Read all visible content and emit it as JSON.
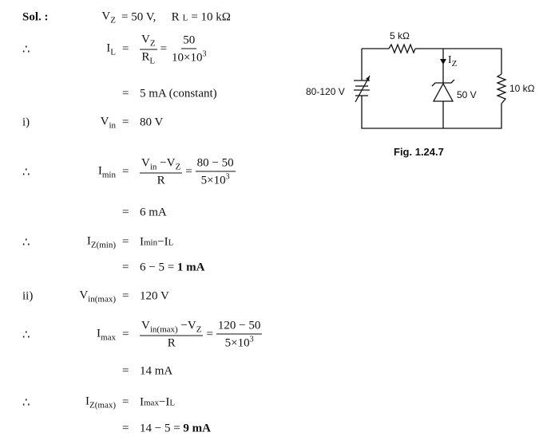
{
  "sol": {
    "label": "Sol. :",
    "vz": "V",
    "vz_sub": "Z",
    "vz_val": "= 50 V,",
    "rl": "R",
    "rl_sub": "L",
    "rl_val": "= 10 kΩ"
  },
  "therefore": "∴",
  "il": {
    "lhs": "I",
    "lhs_sub": "L",
    "n": "V",
    "n_sub": "Z",
    "d": "R",
    "d_sub": "L",
    "n2": "50",
    "d2": "10×10",
    "d2_sup": "3",
    "result": "5 mA (constant)"
  },
  "part1": {
    "label": "i)",
    "lhs": "V",
    "lhs_sub": "in",
    "value": "80 V",
    "imin": {
      "lhs": "I",
      "lhs_sub": "min",
      "n": "V",
      "n_sub": "in",
      "n_rest": " −V",
      "n_rest_sub": "Z",
      "d": "R",
      "n2": "80 − 50",
      "d2": "5×10",
      "d2_sup": "3",
      "result": "6 mA"
    },
    "izmin": {
      "lhs": "I",
      "lhs_sub": "Z(min)",
      "expr": "I",
      "expr_sub": "min",
      "expr_rest": " −I",
      "expr_rest_sub": "L",
      "calc": "6 − 5 = ",
      "answer": "1 mA"
    }
  },
  "part2": {
    "label": "ii)",
    "lhs": "V",
    "lhs_sub": "in(max)",
    "value": "120 V",
    "imax": {
      "lhs": "I",
      "lhs_sub": "max",
      "n": "V",
      "n_sub": "in(max)",
      "n_rest": " −V",
      "n_rest_sub": "Z",
      "d": "R",
      "n2": "120 − 50",
      "d2": "5×10",
      "d2_sup": "3",
      "result": "14 mA"
    },
    "izmax": {
      "lhs": "I",
      "lhs_sub": "Z(max)",
      "expr": "I",
      "expr_sub": "max",
      "expr_rest": " −I",
      "expr_rest_sub": "L",
      "calc": "14 − 5 = ",
      "answer": "9 mA"
    }
  },
  "eq": "=",
  "figure": {
    "r1": "5 kΩ",
    "source": "80-120 V",
    "iz": "I",
    "iz_sub": "Z",
    "zener": "50 V",
    "r2": "10 kΩ",
    "caption": "Fig. 1.24.7"
  }
}
